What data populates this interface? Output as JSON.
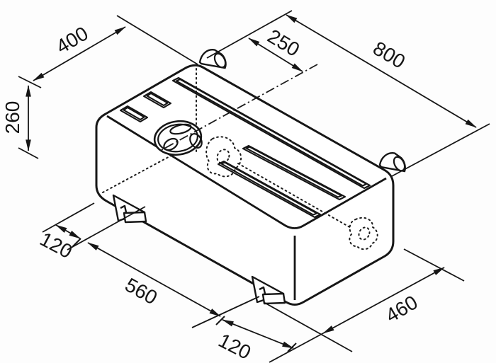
{
  "drawing": {
    "title": "isometric-tank-dimension-drawing",
    "units": "mm",
    "labels": {
      "width_top": "400",
      "cap_position": "250",
      "length": "800",
      "height": "260",
      "foot_offset_left": "120",
      "foot_spacing": "560",
      "foot_offset_front": "120",
      "depth": "460"
    },
    "features": [
      "filler-cap",
      "vent-fitting",
      "outlet-fitting",
      "mounting-foot",
      "mounting-foot",
      "top-groove",
      "top-groove",
      "top-groove",
      "grip-slot",
      "grip-slot",
      "hidden-internals"
    ],
    "line_color": "#161616",
    "background_color": "#fdfdfd"
  }
}
